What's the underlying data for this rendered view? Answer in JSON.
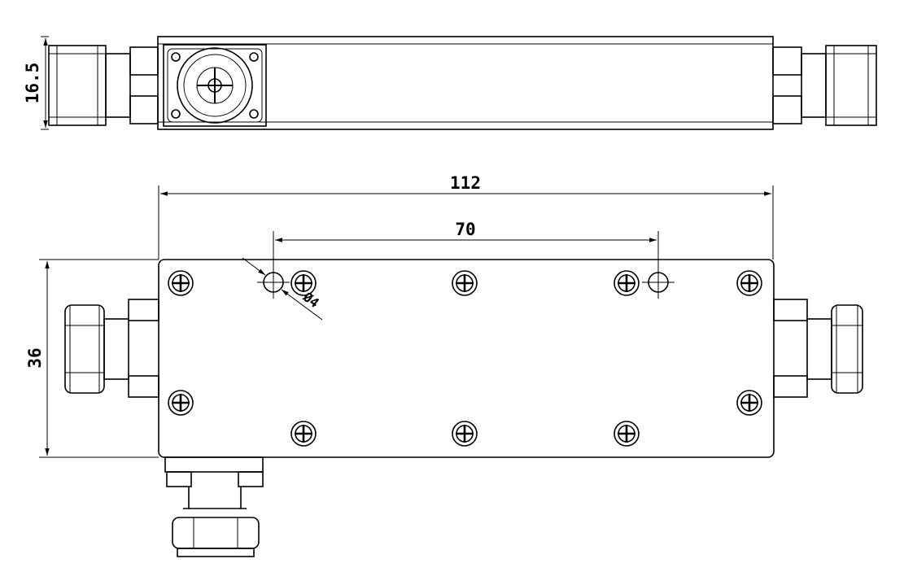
{
  "dimensions": {
    "height_top": "16.5",
    "overall_length": "112",
    "hole_spacing": "70",
    "hole_diameter": "Ø4",
    "body_height": "36"
  }
}
